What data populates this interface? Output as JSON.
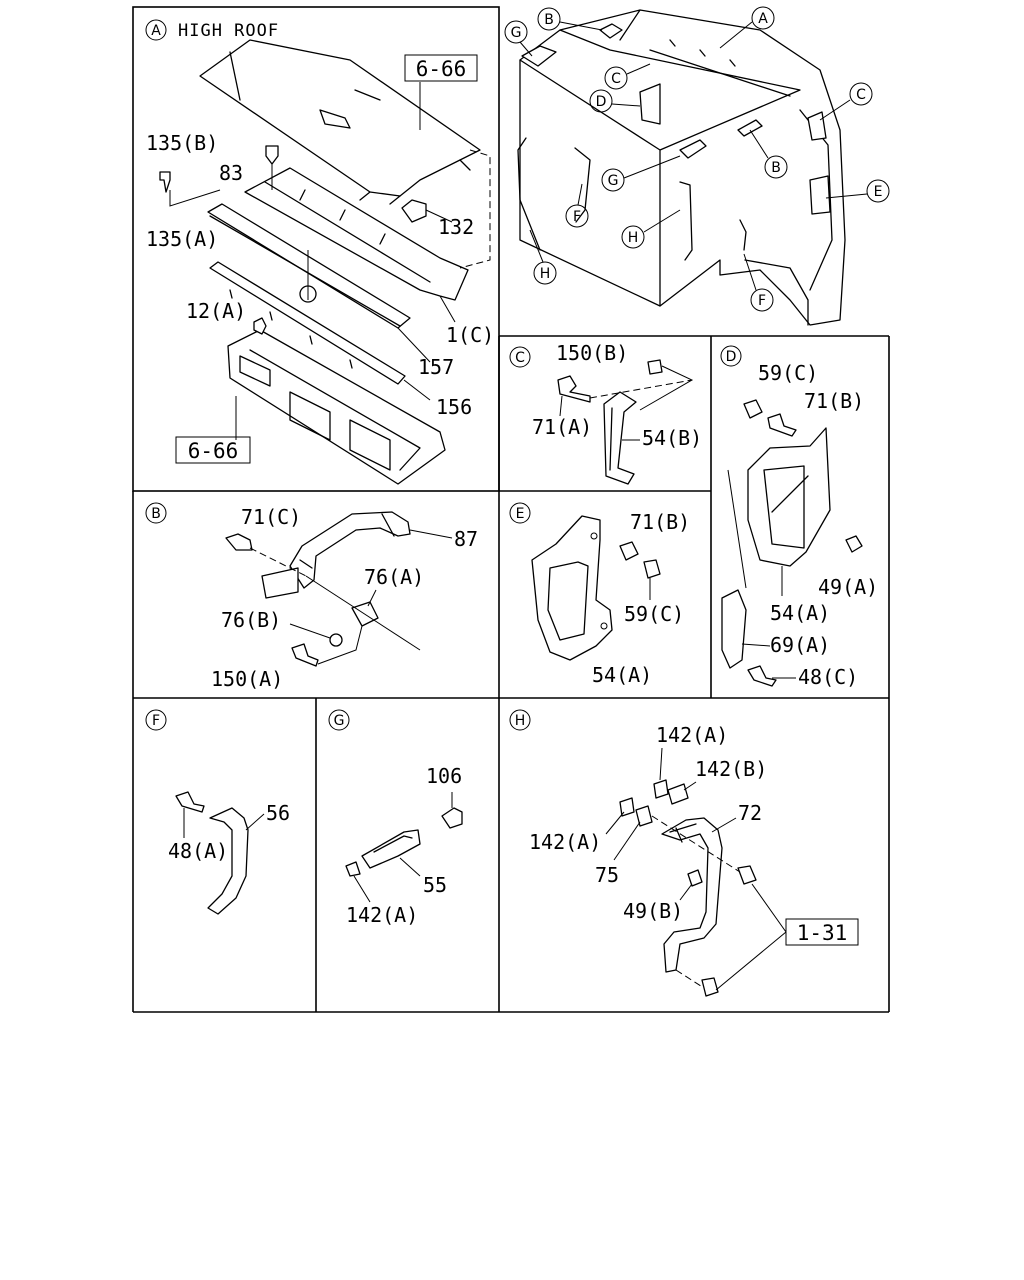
{
  "sections": {
    "A": {
      "letter": "A",
      "title": "HIGH ROOF"
    },
    "B": {
      "letter": "B"
    },
    "C": {
      "letter": "C"
    },
    "D": {
      "letter": "D"
    },
    "E": {
      "letter": "E"
    },
    "F": {
      "letter": "F"
    },
    "G": {
      "letter": "G"
    },
    "H": {
      "letter": "H"
    }
  },
  "cab_callouts": {
    "g": "G",
    "b1": "B",
    "a": "A",
    "c1": "C",
    "d": "D",
    "c2": "C",
    "b2": "B",
    "g2": "G",
    "e": "E",
    "h1": "H",
    "f1": "F",
    "h2": "H",
    "f2": "F"
  },
  "labels": {
    "a_ref_top": "6-66",
    "a_135b": "135(B)",
    "a_83": "83",
    "a_132": "132",
    "a_135a": "135(A)",
    "a_12a": "12(A)",
    "a_1c": "1(C)",
    "a_157": "157",
    "a_156": "156",
    "a_ref_bottom": "6-66",
    "c_150b": "150(B)",
    "c_71a": "71(A)",
    "c_54b": "54(B)",
    "d_59c": "59(C)",
    "d_71b": "71(B)",
    "d_49a": "49(A)",
    "d_54a": "54(A)",
    "d_69a": "69(A)",
    "d_48c": "48(C)",
    "b_71c": "71(C)",
    "b_87": "87",
    "b_76a": "76(A)",
    "b_76b": "76(B)",
    "b_150a": "150(A)",
    "e_71b": "71(B)",
    "e_59c": "59(C)",
    "e_54a": "54(A)",
    "f_56": "56",
    "f_48a": "48(A)",
    "g_106": "106",
    "g_55": "55",
    "g_142a": "142(A)",
    "h_142a_top": "142(A)",
    "h_142b": "142(B)",
    "h_142a_left": "142(A)",
    "h_72": "72",
    "h_75": "75",
    "h_49b": "49(B)",
    "h_ref": "1-31"
  }
}
